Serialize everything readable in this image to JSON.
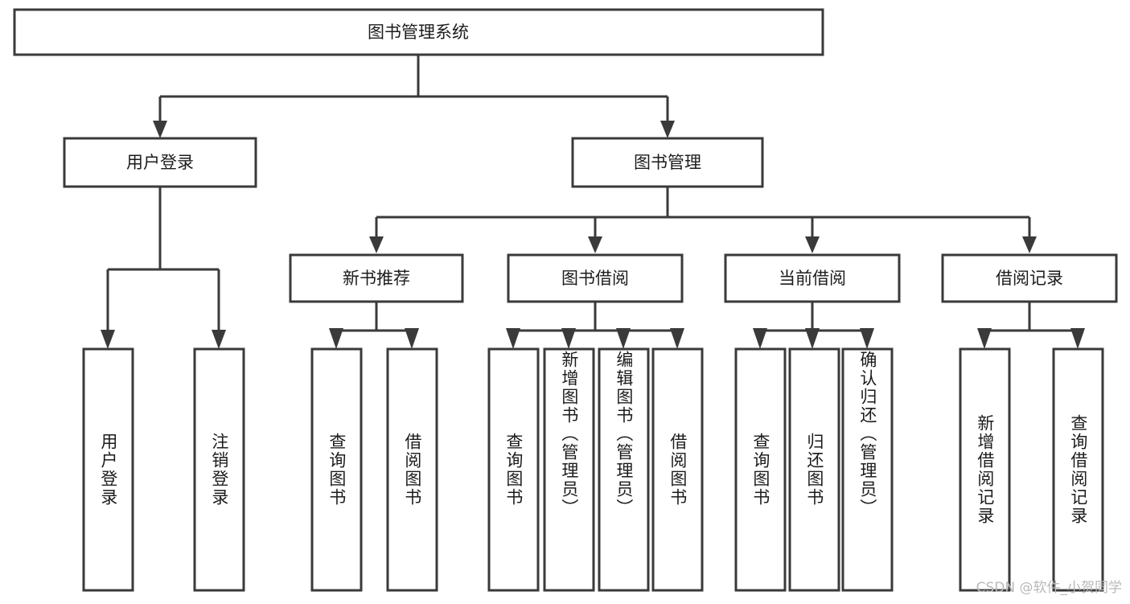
{
  "diagram": {
    "title": "图书管理系统",
    "type": "tree-hierarchy",
    "watermark": "CSDN @软件_小贺同学",
    "levels": {
      "root": "图书管理系统",
      "level2": [
        "用户登录",
        "图书管理"
      ],
      "level3": [
        "新书推荐",
        "图书借阅",
        "当前借阅",
        "借阅记录"
      ]
    },
    "nodes": {
      "root": {
        "label": "图书管理系统",
        "orientation": "horizontal"
      },
      "user_login": {
        "label": "用户登录",
        "orientation": "horizontal"
      },
      "book_manage": {
        "label": "图书管理",
        "orientation": "horizontal"
      },
      "new_book_rec": {
        "label": "新书推荐",
        "orientation": "horizontal"
      },
      "book_borrow": {
        "label": "图书借阅",
        "orientation": "horizontal"
      },
      "current_borrow": {
        "label": "当前借阅",
        "orientation": "horizontal"
      },
      "borrow_record": {
        "label": "借阅记录",
        "orientation": "horizontal"
      },
      "leaf_user_login": {
        "label": "用户登录",
        "orientation": "vertical"
      },
      "leaf_logout": {
        "label": "注销登录",
        "orientation": "vertical"
      },
      "leaf_query_book_1": {
        "label": "查询图书",
        "orientation": "vertical"
      },
      "leaf_borrow_book_1": {
        "label": "借阅图书",
        "orientation": "vertical"
      },
      "leaf_query_book_2": {
        "label": "查询图书",
        "orientation": "vertical"
      },
      "leaf_add_book": {
        "label": "新增图书（管理员）",
        "orientation": "vertical"
      },
      "leaf_edit_book": {
        "label": "编辑图书（管理员）",
        "orientation": "vertical"
      },
      "leaf_borrow_book_2": {
        "label": "借阅图书",
        "orientation": "vertical"
      },
      "leaf_query_book_3": {
        "label": "查询图书",
        "orientation": "vertical"
      },
      "leaf_return_book": {
        "label": "归还图书",
        "orientation": "vertical"
      },
      "leaf_confirm_return": {
        "label": "确认归还（管理员）",
        "orientation": "vertical"
      },
      "leaf_add_record": {
        "label": "新增借阅记录",
        "orientation": "vertical"
      },
      "leaf_query_record": {
        "label": "查询借阅记录",
        "orientation": "vertical"
      }
    },
    "edges": [
      {
        "from": "root",
        "to": "user_login"
      },
      {
        "from": "root",
        "to": "book_manage"
      },
      {
        "from": "user_login",
        "to": "leaf_user_login"
      },
      {
        "from": "user_login",
        "to": "leaf_logout"
      },
      {
        "from": "book_manage",
        "to": "new_book_rec"
      },
      {
        "from": "book_manage",
        "to": "book_borrow"
      },
      {
        "from": "book_manage",
        "to": "current_borrow"
      },
      {
        "from": "book_manage",
        "to": "borrow_record"
      },
      {
        "from": "new_book_rec",
        "to": "leaf_query_book_1"
      },
      {
        "from": "new_book_rec",
        "to": "leaf_borrow_book_1"
      },
      {
        "from": "book_borrow",
        "to": "leaf_query_book_2"
      },
      {
        "from": "book_borrow",
        "to": "leaf_add_book"
      },
      {
        "from": "book_borrow",
        "to": "leaf_edit_book"
      },
      {
        "from": "book_borrow",
        "to": "leaf_borrow_book_2"
      },
      {
        "from": "current_borrow",
        "to": "leaf_query_book_3"
      },
      {
        "from": "current_borrow",
        "to": "leaf_return_book"
      },
      {
        "from": "current_borrow",
        "to": "leaf_confirm_return"
      },
      {
        "from": "borrow_record",
        "to": "leaf_add_record"
      },
      {
        "from": "borrow_record",
        "to": "leaf_query_record"
      }
    ],
    "colors": {
      "stroke": "#3a3a3a",
      "fill": "#ffffff",
      "text": "#1c1c1c",
      "watermark": "#b9b9b9"
    }
  }
}
